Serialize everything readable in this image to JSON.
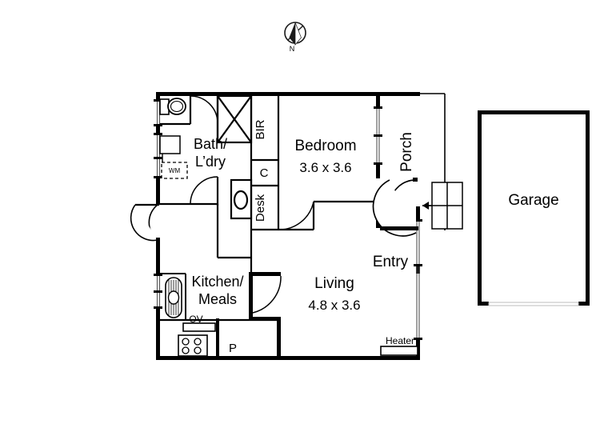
{
  "document": {
    "type": "floor-plan",
    "title": "Residential Floor Plan",
    "background_color": "#ffffff",
    "line_color": "#000000"
  },
  "compass": {
    "name": "north-arrow",
    "label": "N",
    "orientation_deg": 0
  },
  "rooms": [
    {
      "id": "bath-ldry",
      "label": "Bath/ L’dry",
      "line1": "Bath/",
      "line2": "L’dry",
      "dimensions": ""
    },
    {
      "id": "bedroom",
      "label": "Bedroom",
      "dimensions": "3.6 x 3.6"
    },
    {
      "id": "porch",
      "label": "Porch",
      "dimensions": "",
      "vertical": true
    },
    {
      "id": "entry",
      "label": "Entry",
      "dimensions": ""
    },
    {
      "id": "living",
      "label": "Living",
      "dimensions": "4.8 x 3.6"
    },
    {
      "id": "kitchen-meals",
      "label": "Kitchen/ Meals",
      "line1": "Kitchen/",
      "line2": "Meals",
      "dimensions": ""
    },
    {
      "id": "garage",
      "label": "Garage",
      "dimensions": ""
    }
  ],
  "annotations": [
    {
      "id": "bir",
      "label": "BIR",
      "vertical": true,
      "meaning": "built-in-robe"
    },
    {
      "id": "c",
      "label": "C",
      "vertical": false,
      "meaning": "cupboard"
    },
    {
      "id": "desk",
      "label": "Desk",
      "vertical": true,
      "meaning": "desk-nook"
    },
    {
      "id": "wm",
      "label": "WM",
      "vertical": false,
      "meaning": "washing-machine"
    },
    {
      "id": "ov",
      "label": "OV",
      "vertical": false,
      "meaning": "oven"
    },
    {
      "id": "p",
      "label": "P",
      "vertical": false,
      "meaning": "pantry"
    },
    {
      "id": "heater",
      "label": "Heater",
      "vertical": false,
      "meaning": "heater"
    }
  ],
  "fixtures": [
    {
      "id": "toilet",
      "name": "toilet-fixture"
    },
    {
      "id": "vanity",
      "name": "vanity-basin-fixture"
    },
    {
      "id": "shower",
      "name": "shower-fixture"
    },
    {
      "id": "basin-c",
      "name": "small-basin-fixture"
    },
    {
      "id": "sink",
      "name": "kitchen-sink-fixture"
    },
    {
      "id": "cooktop",
      "name": "cooktop-fixture"
    },
    {
      "id": "gate",
      "name": "entry-gate-panel"
    }
  ],
  "doors": [
    {
      "id": "bath-door-north",
      "name": "bath-door"
    },
    {
      "id": "bath-door-south",
      "name": "laundry-door"
    },
    {
      "id": "west-entry-door",
      "name": "west-external-door"
    },
    {
      "id": "bedroom-door",
      "name": "bedroom-door"
    },
    {
      "id": "kitchen-door",
      "name": "kitchen-door"
    },
    {
      "id": "front-door",
      "name": "front-entry-door"
    }
  ],
  "windows": [
    {
      "id": "win-bath-north",
      "name": "bath-window-west-upper"
    },
    {
      "id": "win-bath-south",
      "name": "laundry-window-west-lower"
    },
    {
      "id": "win-bedroom-east",
      "name": "bedroom-window-east"
    },
    {
      "id": "win-kitchen-west",
      "name": "kitchen-window-west"
    },
    {
      "id": "win-living-east",
      "name": "living-window-east"
    }
  ]
}
